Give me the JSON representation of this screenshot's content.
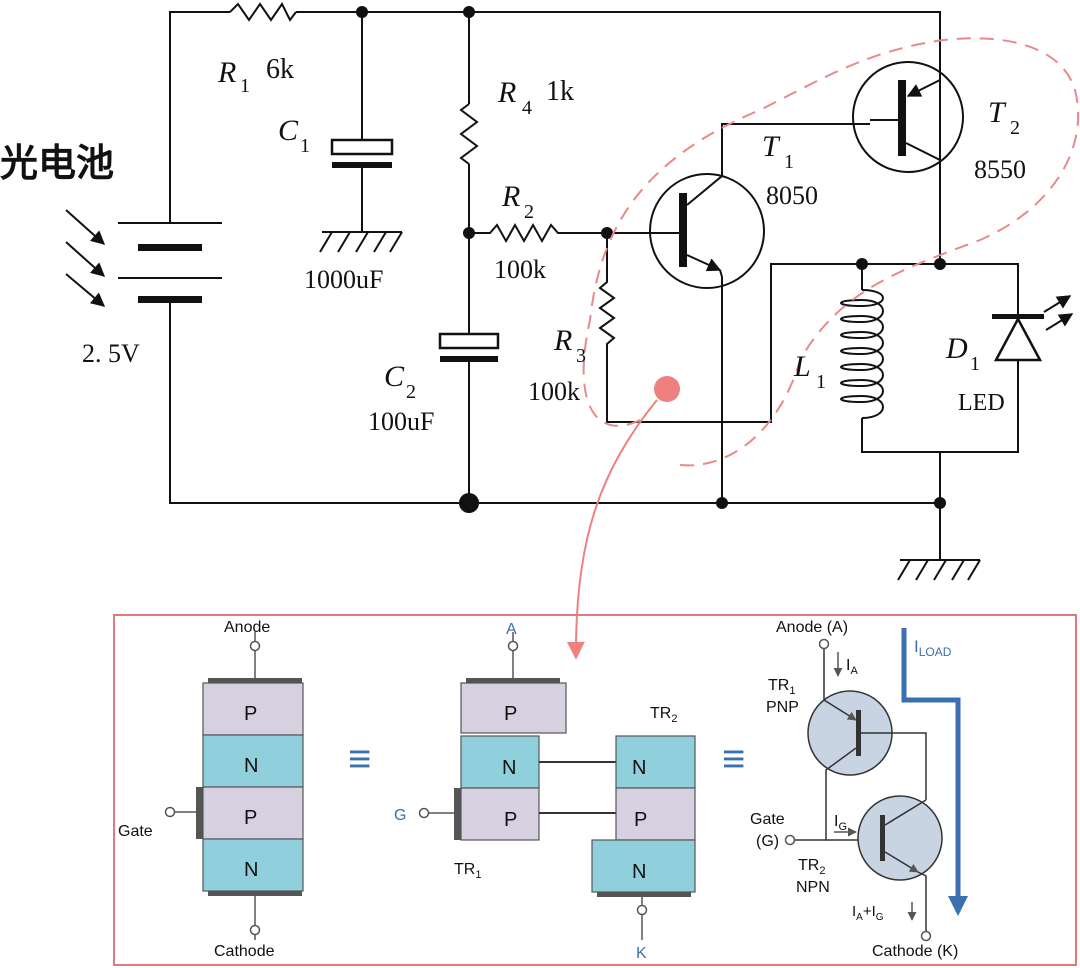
{
  "circuit": {
    "source_label": "光电池",
    "source_voltage": "2. 5V",
    "r1": {
      "name": "R",
      "sub": "1",
      "value": "6k"
    },
    "c1": {
      "name": "C",
      "sub": "1",
      "value": "1000uF"
    },
    "r4": {
      "name": "R",
      "sub": "4",
      "value": "1k"
    },
    "r2": {
      "name": "R",
      "sub": "2",
      "value": "100k"
    },
    "r3": {
      "name": "R",
      "sub": "3",
      "value": "100k"
    },
    "c2": {
      "name": "C",
      "sub": "2",
      "value": "100uF"
    },
    "t1": {
      "name": "T",
      "sub": "1",
      "value": "8050"
    },
    "t2": {
      "name": "T",
      "sub": "2",
      "value": "8550"
    },
    "l1": {
      "name": "L",
      "sub": "1"
    },
    "d1": {
      "name": "D",
      "sub": "1",
      "value": "LED"
    }
  },
  "thyristor": {
    "left": {
      "anode": "Anode",
      "cathode": "Cathode",
      "gate": "Gate",
      "layers": [
        "P",
        "N",
        "P",
        "N"
      ]
    },
    "middle": {
      "a": "A",
      "g": "G",
      "k": "K",
      "tr1": "TR",
      "tr1_sub": "1",
      "tr2": "TR",
      "tr2_sub": "2",
      "tr1_layers": [
        "P",
        "N",
        "P"
      ],
      "tr2_layers": [
        "N",
        "P",
        "N"
      ]
    },
    "right": {
      "anode": "Anode (A)",
      "ia": "I",
      "ia_sub": "A",
      "tr1": "TR",
      "tr1_sub": "1",
      "tr1_type": "PNP",
      "gate": "Gate",
      "gate_g": "(G)",
      "ig": "I",
      "ig_sub": "G",
      "tr2": "TR",
      "tr2_sub": "2",
      "tr2_type": "NPN",
      "iaig_a": "I",
      "iaig_a_sub": "A",
      "iaig_plus": "+I",
      "iaig_g_sub": "G",
      "cathode": "Cathode (K)",
      "iload": "I",
      "iload_sub": "LOAD"
    },
    "equiv_symbol": "≡"
  },
  "colors": {
    "highlight_dash": "#e88a8a",
    "highlight_dot": "#f08080",
    "frame": "#e07a7a",
    "label_blue": "#3a6fb0"
  }
}
